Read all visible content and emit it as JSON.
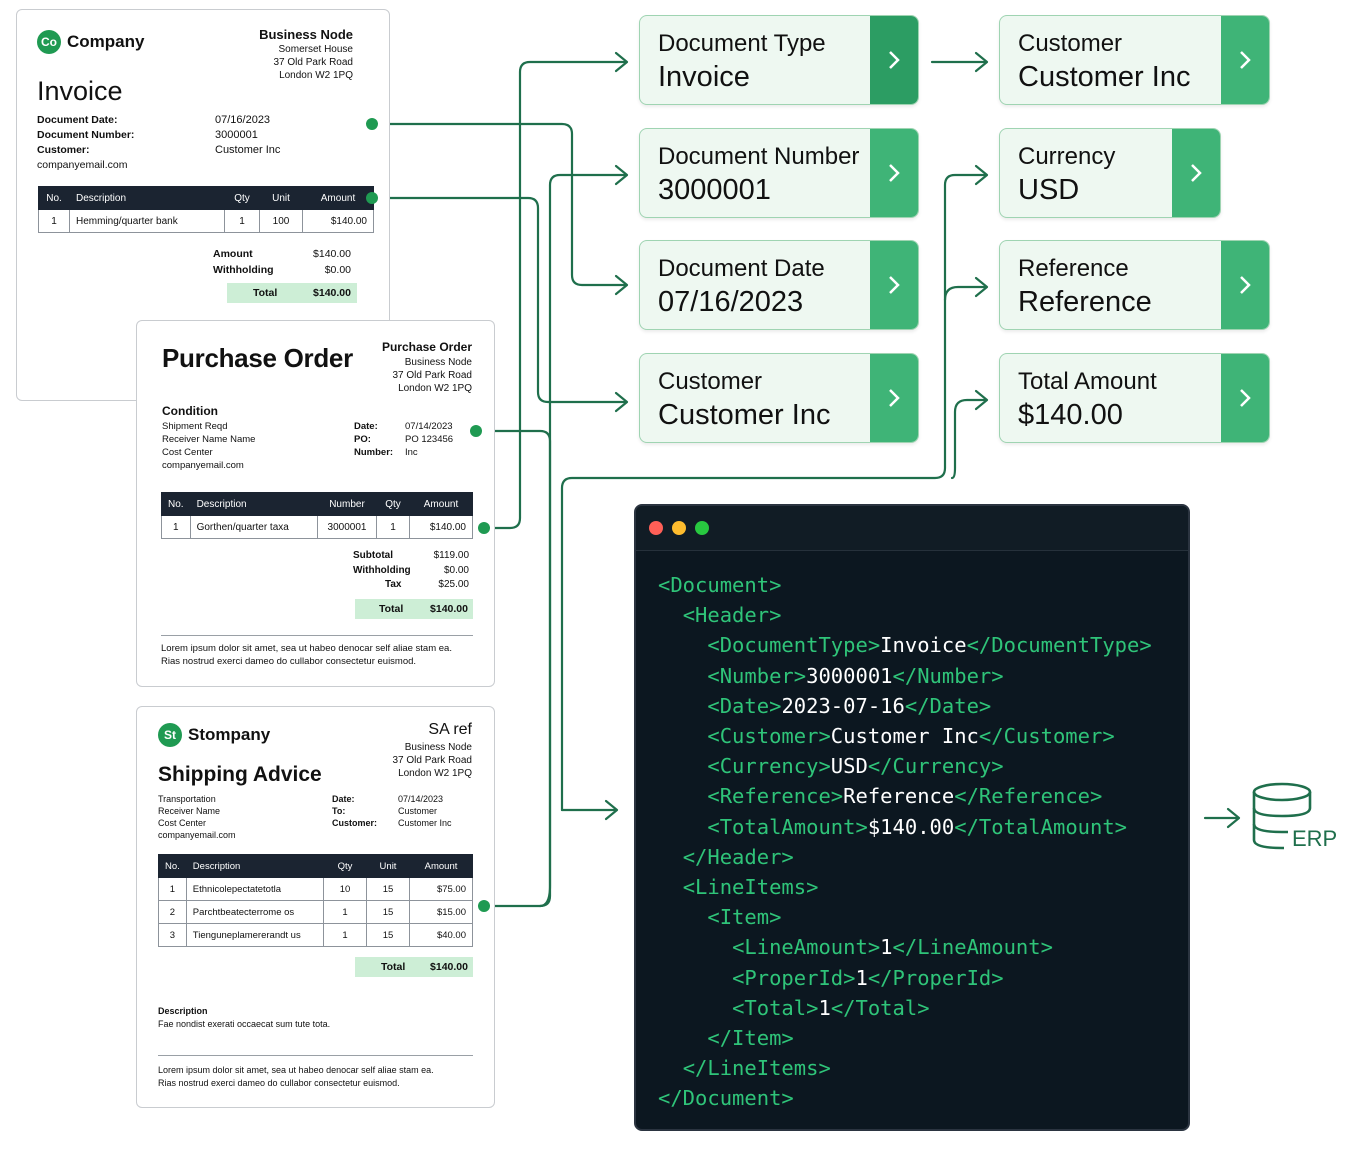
{
  "invoice": {
    "logo_mark": "Co",
    "logo_name": "Company",
    "title": "Invoice",
    "address": {
      "heading": "Business Node",
      "line1": "Somerset House",
      "line2": "37 Old Park Road",
      "line3": "London W2 1PQ"
    },
    "meta_labels": [
      "Document Date:",
      "Document Number:",
      "Customer:",
      "companyemail.com"
    ],
    "meta_values": [
      "07/16/2023",
      "3000001",
      "Customer Inc"
    ],
    "columns": [
      "No.",
      "Description",
      "Qty",
      "Unit",
      "Amount"
    ],
    "rows": [
      [
        "1",
        "Hemming/quarter bank",
        "1",
        "100",
        "$140.00"
      ]
    ],
    "totals": [
      {
        "label": "Amount",
        "value": "$140.00"
      },
      {
        "label": "Withholding",
        "value": "$0.00"
      }
    ],
    "total": {
      "label": "Total",
      "value": "$140.00"
    }
  },
  "purchase_order": {
    "title": "Purchase Order",
    "address": {
      "heading": "Purchase Order",
      "line1": "Business Node",
      "line2": "37 Old Park Road",
      "line3": "London W2 1PQ"
    },
    "condition_heading": "Condition",
    "condition_lines": [
      "Shipment Reqd",
      "Receiver Name Name",
      "Cost Center",
      "companyemail.com"
    ],
    "meta_labels": [
      "Date:",
      "PO:",
      "Number:"
    ],
    "meta_values": [
      "07/14/2023",
      "PO 123456",
      "Inc"
    ],
    "columns": [
      "No.",
      "Description",
      "Number",
      "Qty",
      "Amount"
    ],
    "rows": [
      [
        "1",
        "Gorthen/quarter taxa",
        "3000001",
        "1",
        "$140.00"
      ]
    ],
    "totals": [
      {
        "label": "Subtotal",
        "value": "$119.00"
      },
      {
        "label": "Withholding",
        "value": "$0.00"
      },
      {
        "label": "Tax",
        "value": "$25.00"
      }
    ],
    "total": {
      "label": "Total",
      "value": "$140.00"
    },
    "footer_line1": "Lorem ipsum dolor sit amet, sea ut habeo denocar self aliae stam ea.",
    "footer_line2": "Rias nostrud exerci dameo do cullabor consectetur euismod."
  },
  "shipping_advice": {
    "logo_mark": "St",
    "logo_name": "Stompany",
    "title": "Shipping Advice",
    "address": {
      "heading": "SA ref",
      "line1": "Business Node",
      "line2": "37 Old Park Road",
      "line3": "London W2 1PQ"
    },
    "info_lines": [
      "Transportation",
      "Receiver Name",
      "Cost Center",
      "companyemail.com"
    ],
    "meta_labels": [
      "Date:",
      "To:",
      "Customer:"
    ],
    "meta_values": [
      "07/14/2023",
      "Customer",
      "Customer Inc"
    ],
    "columns": [
      "No.",
      "Description",
      "Qty",
      "Unit",
      "Amount"
    ],
    "rows": [
      [
        "1",
        "Ethnicolepectatetotla",
        "10",
        "15",
        "$75.00"
      ],
      [
        "2",
        "Parchtbeatecterrome os",
        "1",
        "15",
        "$15.00"
      ],
      [
        "3",
        "Tienguneplamererandt us",
        "1",
        "15",
        "$40.00"
      ]
    ],
    "total": {
      "label": "Total",
      "value": "$140.00"
    },
    "description_heading": "Description",
    "description_text": "Fae nondist exerati occaecat sum tute tota.",
    "footer_line1": "Lorem ipsum dolor sit amet, sea ut habeo denocar self aliae stam ea.",
    "footer_line2": "Rias nostrud exerci dameo do cullabor consectetur euismod."
  },
  "fields": [
    {
      "label": "Document Type",
      "value": "Invoice"
    },
    {
      "label": "Customer",
      "value": "Customer Inc"
    },
    {
      "label": "Document Number",
      "value": "3000001"
    },
    {
      "label": "Currency",
      "value": "USD"
    },
    {
      "label": "Document Date",
      "value": "07/16/2023"
    },
    {
      "label": "Reference",
      "value": "Reference"
    },
    {
      "label": "Customer",
      "value": "Customer Inc"
    },
    {
      "label": "Total Amount",
      "value": "$140.00"
    }
  ],
  "xml_lines": [
    {
      "pre": "",
      "open": "<Document>",
      "text": "",
      "close": ""
    },
    {
      "pre": "  ",
      "open": "<Header>",
      "text": "",
      "close": ""
    },
    {
      "pre": "    ",
      "open": "<DocumentType>",
      "text": "Invoice",
      "close": "</DocumentType>"
    },
    {
      "pre": "    ",
      "open": "<Number>",
      "text": "3000001",
      "close": "</Number>"
    },
    {
      "pre": "    ",
      "open": "<Date>",
      "text": "2023-07-16",
      "close": "</Date>"
    },
    {
      "pre": "    ",
      "open": "<Customer>",
      "text": "Customer Inc",
      "close": "</Customer>"
    },
    {
      "pre": "    ",
      "open": "<Currency>",
      "text": "USD",
      "close": "</Currency>"
    },
    {
      "pre": "    ",
      "open": "<Reference>",
      "text": "Reference",
      "close": "</Reference>"
    },
    {
      "pre": "    ",
      "open": "<TotalAmount>",
      "text": "$140.00",
      "close": "</TotalAmount>"
    },
    {
      "pre": "  ",
      "open": "</Header>",
      "text": "",
      "close": ""
    },
    {
      "pre": "  ",
      "open": "<LineItems>",
      "text": "",
      "close": ""
    },
    {
      "pre": "    ",
      "open": "<Item>",
      "text": "",
      "close": ""
    },
    {
      "pre": "      ",
      "open": "<LineAmount>",
      "text": "1",
      "close": "</LineAmount>"
    },
    {
      "pre": "      ",
      "open": "<ProperId>",
      "text": "1",
      "close": "</ProperId>"
    },
    {
      "pre": "      ",
      "open": "<Total>",
      "text": "1",
      "close": "</Total>"
    },
    {
      "pre": "    ",
      "open": "</Item>",
      "text": "",
      "close": ""
    },
    {
      "pre": "  ",
      "open": "</LineItems>",
      "text": "",
      "close": ""
    },
    {
      "pre": "",
      "open": "</Document>",
      "text": "",
      "close": ""
    }
  ],
  "erp_label": "ERP",
  "icons": {
    "database": "database-icon",
    "chevron": "chevron-right-icon",
    "arrow": "arrow-right-icon"
  },
  "colors": {
    "accent": "#3fb477",
    "accent_dark": "#2c9d63",
    "connector": "#1f6f4c",
    "card_bg": "#eef8f1",
    "code_bg": "#0c1720",
    "xml_tag": "#2fc479",
    "table_header": "#1b2431",
    "total_highlight": "#cdeed6"
  }
}
